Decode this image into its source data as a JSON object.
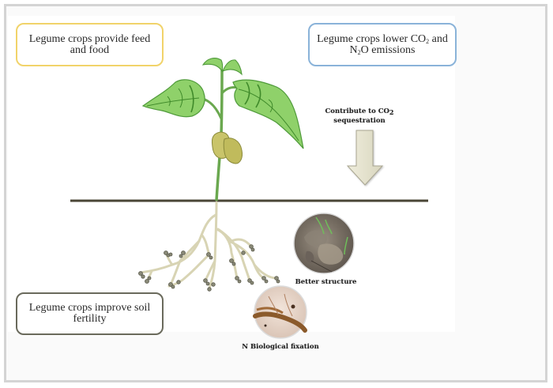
{
  "diagram": {
    "boxes": {
      "feed": {
        "line1": "Legume crops provide feed",
        "line2": "and food",
        "border_color": "#f1d36a"
      },
      "emissions": {
        "line1_pre": "Legume crops lower CO",
        "line1_sub": "2",
        "line1_post": " and",
        "line2_pre": "N",
        "line2_sub": "2",
        "line2_post": "O emissions",
        "border_color": "#8ab3d9"
      },
      "soil": {
        "line1": "Legume crops improve soil",
        "line2": "fertility",
        "border_color": "#6a6a5c"
      }
    },
    "labels": {
      "sequestration_pre": "Contribute to CO",
      "sequestration_sub": "2",
      "sequestration_line2": "sequestration",
      "better_structure": "Better structure",
      "n_fixation": "N Biological fixation"
    },
    "icons": {
      "arrow": "down-arrow-icon",
      "plant": "legume-plant-illustration",
      "roots": "root-nodules-illustration",
      "soil_photo": "soil-structure-photo",
      "nodule_photo": "root-nodule-photo"
    },
    "colors": {
      "leaf": "#8fd16a",
      "leaf_stroke": "#4f9a3a",
      "stem": "#6aa84f",
      "seed": "#c9c46a",
      "root": "#d8d4b4",
      "ground_line": "#4a4636",
      "arrow_fill": "#e8e6d4"
    }
  }
}
